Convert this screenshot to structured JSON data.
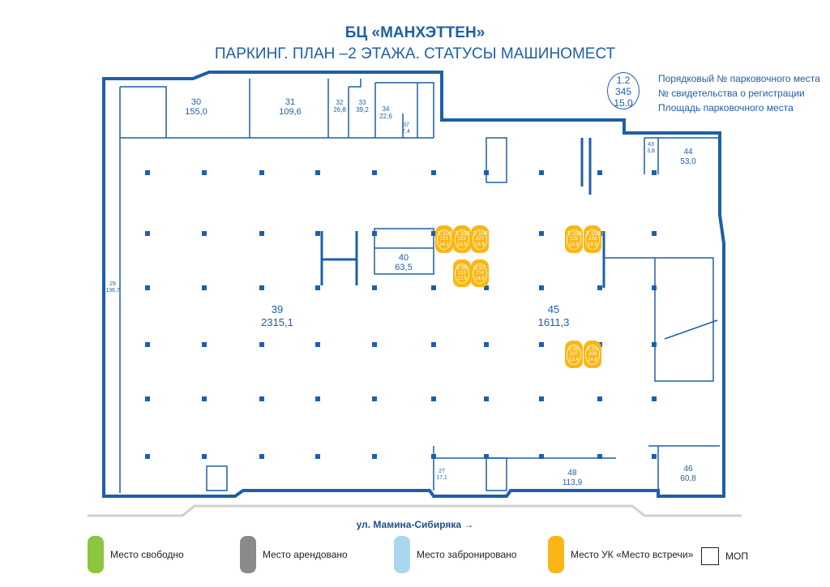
{
  "header": {
    "title": "БЦ «МАНХЭТТЕН»",
    "subtitle": "ПАРКИНГ. ПЛАН –2 ЭТАЖА. СТАТУСЫ МАШИНОМЕСТ"
  },
  "key": {
    "number": "1.2",
    "certificate": "345",
    "area": "15.0",
    "number_label": "Порядковый № парковочного места",
    "certificate_label": "№ свидетельства о регистрации",
    "area_label": "Площадь парковочного места"
  },
  "rooms": [
    {
      "id": "30",
      "area": "155,0"
    },
    {
      "id": "31",
      "area": "109,6"
    },
    {
      "id": "32",
      "area": "26,8"
    },
    {
      "id": "33",
      "area": "39,2"
    },
    {
      "id": "34",
      "area": "22,6"
    },
    {
      "id": "37",
      "area": "7,4"
    },
    {
      "id": "29",
      "area": "136,7"
    },
    {
      "id": "39",
      "area": "2315,1"
    },
    {
      "id": "40",
      "area": "63,5"
    },
    {
      "id": "45",
      "area": "1611,3"
    },
    {
      "id": "43",
      "area": "3,8"
    },
    {
      "id": "44",
      "area": "53,0"
    },
    {
      "id": "27",
      "area": "17,1"
    },
    {
      "id": "48",
      "area": "113,9"
    },
    {
      "id": "46",
      "area": "60,8"
    }
  ],
  "spots": [
    {
      "num": "2.104",
      "cert": "221",
      "area": "14.2",
      "status": "uk"
    },
    {
      "num": "2.105",
      "cert": "222",
      "area": "13.5",
      "status": "uk"
    },
    {
      "num": "2.106",
      "cert": "223",
      "area": "14.6",
      "status": "uk"
    },
    {
      "num": "2.96",
      "cert": "213",
      "area": "13.5",
      "status": "uk"
    },
    {
      "num": "2.97",
      "cert": "214",
      "area": "14.6",
      "status": "uk"
    },
    {
      "num": "2.108",
      "cert": "225",
      "area": "13.9",
      "status": "uk"
    },
    {
      "num": "2.109",
      "cert": "226",
      "area": "13.9",
      "status": "uk"
    },
    {
      "num": "2.90",
      "cert": "207",
      "area": "13.4",
      "status": "uk"
    },
    {
      "num": "2.91",
      "cert": "208",
      "area": "14.8",
      "status": "uk"
    }
  ],
  "street": "ул. Мамина-Сибиряка →",
  "legend": [
    {
      "label": "Место свободно",
      "color": "#8cc63f"
    },
    {
      "label": "Место арендовано",
      "color": "#8a8a8a"
    },
    {
      "label": "Место забронировано",
      "color": "#a9d8ee"
    },
    {
      "label": "Место УК «Место встречи»",
      "color": "#fbb616"
    },
    {
      "label": "МОП",
      "color": "#ffffff"
    }
  ],
  "colors": {
    "wall": "#1d5fa9",
    "uk": "#fbb616"
  }
}
